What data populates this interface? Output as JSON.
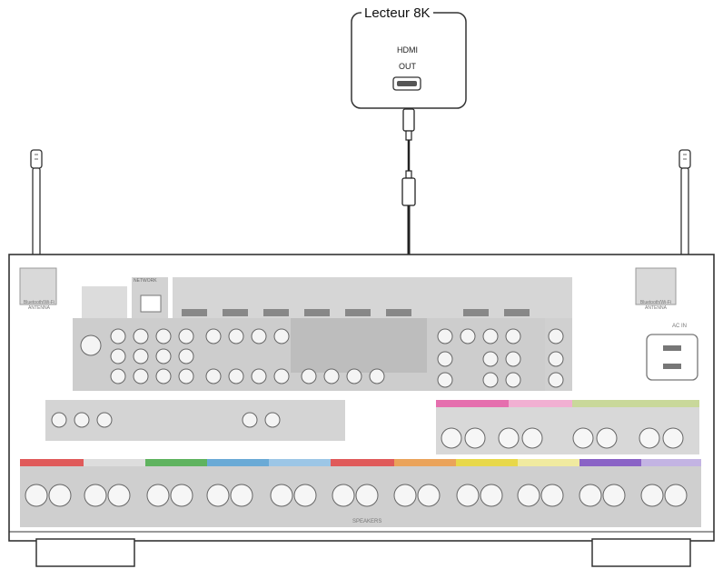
{
  "player": {
    "title": "Lecteur 8K",
    "port_label_1": "HDMI",
    "port_label_2": "OUT"
  },
  "receiver": {
    "antenna_left_label": "Bluetooth/Wi-Fi ANTENNA",
    "antenna_right_label": "Bluetooth/Wi-Fi ANTENNA",
    "network_label": "NETWORK",
    "ac_in_label": "AC IN",
    "speakers_label": "SPEAKERS"
  },
  "colors": {
    "outline": "#333333",
    "panel_gray": "#cfcfcf",
    "panel_dark": "#9a9a9a",
    "cable": "#222222",
    "front": "#e05a5a",
    "center": "#5fb35f",
    "surround": "#6aaad6",
    "zone_pink": "#e56fae",
    "zone_orange": "#eaa35a",
    "zone_yellow": "#e8d84a",
    "zone_purple": "#8a63c6"
  }
}
